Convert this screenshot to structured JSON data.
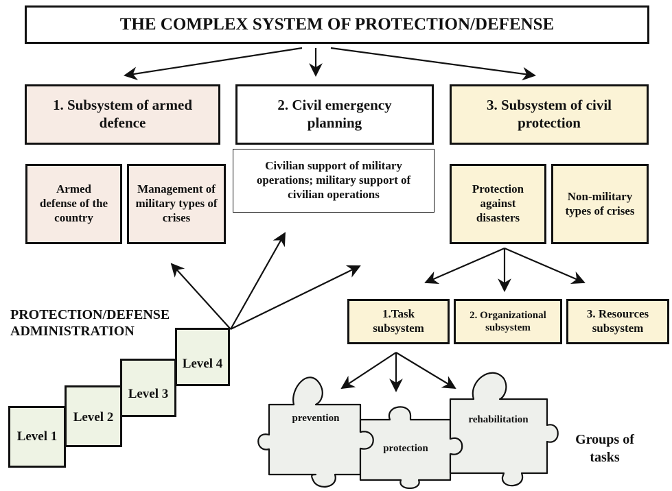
{
  "title": "THE COMPLEX SYSTEM OF PROTECTION/DEFENSE",
  "subsystems": {
    "armed": {
      "label": "1. Subsystem of armed defence"
    },
    "civil_emergency": {
      "label": "2. Civil emergency planning"
    },
    "civil_protection": {
      "label": "3. Subsystem of civil protection"
    }
  },
  "armed_children": {
    "armed_defense": "Armed defense of the country",
    "management": "Management of military types of crises"
  },
  "civil_support": "Civilian support of military operations; military support of civilian operations",
  "protection_children": {
    "disasters": "Protection against disasters",
    "non_military": "Non-military types of crises"
  },
  "task_subsystems": {
    "task": "1.Task subsystem",
    "organizational": "2. Organizational subsystem",
    "resources": "3. Resources subsystem"
  },
  "administration": {
    "line1": "PROTECTION/DEFENSE",
    "line2": "ADMINISTRATION",
    "levels": [
      "Level 1",
      "Level 2",
      "Level 3",
      "Level 4"
    ]
  },
  "puzzle": {
    "prevention": "prevention",
    "protection": "protection",
    "rehabilitation": "rehabilitation"
  },
  "groups_label": "Groups of tasks",
  "colors": {
    "pink": "#f7ebe4",
    "cream": "#fbf3d6",
    "green": "#eef3e4",
    "puzzle": "#eef0ec"
  }
}
